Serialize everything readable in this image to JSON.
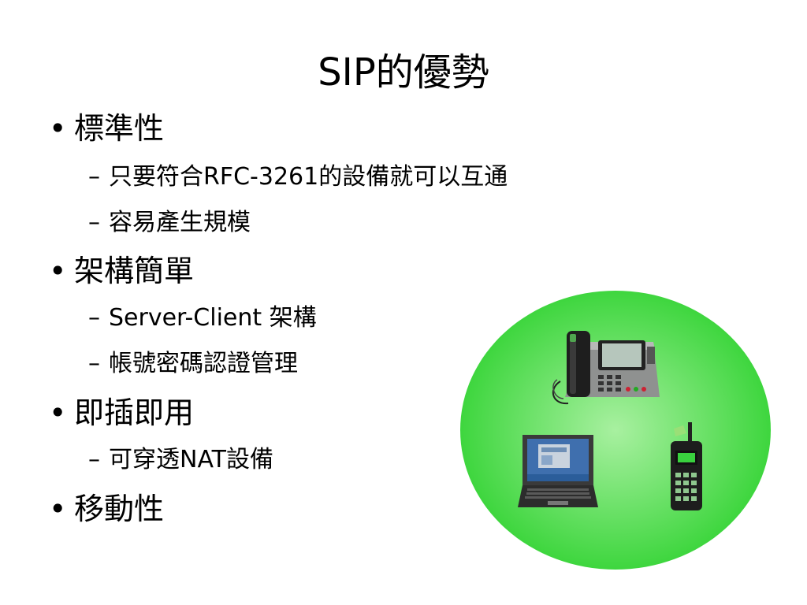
{
  "slide": {
    "title": "SIP的優勢",
    "bullet_char": "•",
    "dash_char": "–",
    "outline": [
      {
        "text": "標準性",
        "sub": [
          "只要符合RFC-3261的設備就可以互通",
          "容易產生規模"
        ]
      },
      {
        "text": "架構簡單",
        "sub": [
          "Server-Client 架構",
          "帳號密碼認證管理"
        ]
      },
      {
        "text": "即插即用",
        "sub": [
          "可穿透NAT設備"
        ]
      },
      {
        "text": "移動性",
        "sub": []
      }
    ]
  },
  "graphic": {
    "circle_color": "#3ed63e",
    "circle_center_color": "#a8f0a0",
    "icons": [
      "ip-desk-phone-icon",
      "laptop-icon",
      "mobile-phone-icon"
    ]
  }
}
